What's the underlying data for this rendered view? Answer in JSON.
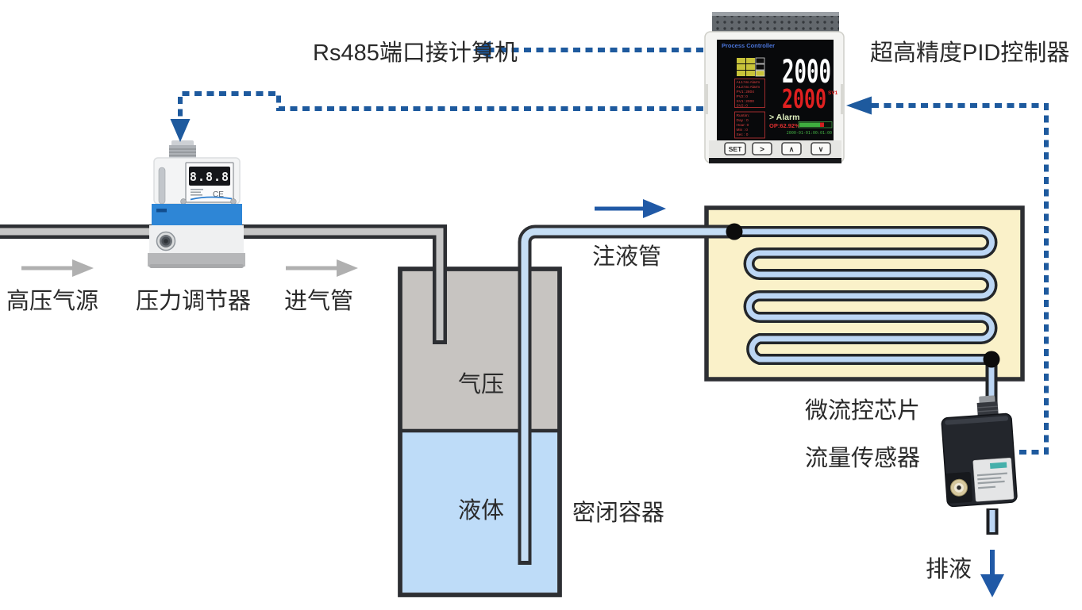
{
  "colors": {
    "accent_blue": "#1e5a9e",
    "ink_outline": "#2d2f33",
    "chip_yellow": "#faf1c9",
    "channel_blue": "#bcd6f4",
    "liquid_blue": "#bedcf8",
    "gas_gray": "#c7c4c1",
    "pipe_gray": "#c6c6c6",
    "regulator_blue": "#2e86d6",
    "gray_arrow": "#b0b0b0"
  },
  "annotations": {
    "rs485": "Rs485端口接计算机",
    "pid_controller": "超高精度PID控制器",
    "gas_source": "高压气源",
    "pressure_regulator": "压力调节器",
    "inlet_pipe": "进气管",
    "gas": "气压",
    "liquid": "液体",
    "sealed_container": "密闭容器",
    "injection_pipe": "注液管",
    "microfluidic_chip": "微流控芯片",
    "flow_sensor": "流量传感器",
    "drain": "排液"
  },
  "pid": {
    "brand": "Process Controller",
    "pv_value": "2000",
    "sv_value": "2000",
    "sv_tag": "SV1",
    "status_lines": [
      "AL1:No Alarm",
      "AL2:No Alarm",
      "PV1: 2804",
      "PV2: 0",
      "SV1: 2000",
      "SV2: 0"
    ],
    "runtime_lines": [
      "Runtim:",
      "Day : 0",
      "Hour: 0",
      "Min : 0",
      "Sec : 0"
    ],
    "alarm_text": "> Alarm",
    "output_text": "OP:62.92%",
    "timestamp": "2000-01-01:00:01:00",
    "buttons": [
      "SET",
      ">",
      "∧",
      "∨"
    ]
  },
  "regulator": {
    "display_value": "8.8.8",
    "ce_mark": "CE"
  }
}
